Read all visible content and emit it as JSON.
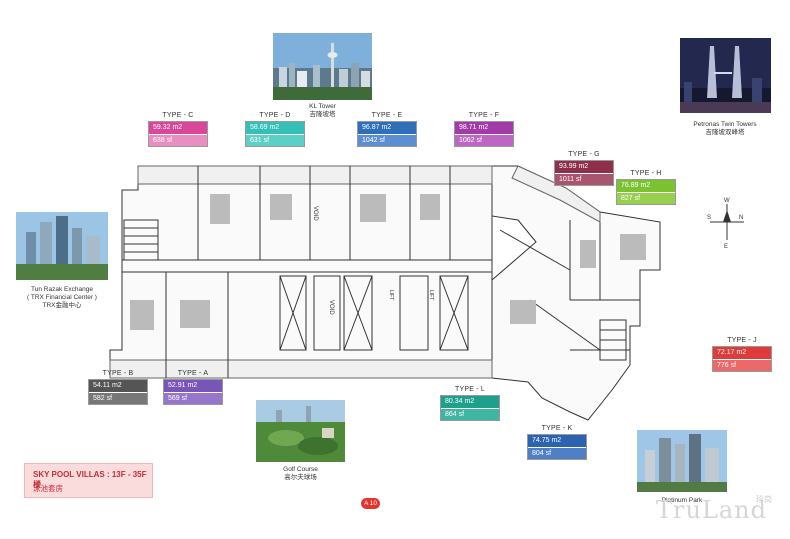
{
  "landmarks": {
    "kl_tower": {
      "name": "KL Tower",
      "cn": "吉隆坡塔"
    },
    "petronas": {
      "name": "Petronas Twin Towers",
      "cn": "吉隆坡双峰塔"
    },
    "trx": {
      "name": "Tun Razak Exchange",
      "sub": "( TRX Financial Center )",
      "cn": "TRX金融中心"
    },
    "golf": {
      "name": "Golf Course",
      "cn": "高尔夫球场"
    },
    "platinum": {
      "name": "Platinum Park"
    }
  },
  "units": {
    "c": {
      "type": "TYPE - C",
      "m2": "59.32 m2",
      "sf": "638 sf",
      "color_m2": "#d9479a",
      "color_sf": "#e98ec0"
    },
    "d": {
      "type": "TYPE - D",
      "m2": "58.69 m2",
      "sf": "631 sf",
      "color_m2": "#35bfb7",
      "color_sf": "#5ccfc6"
    },
    "e": {
      "type": "TYPE - E",
      "m2": "96.87 m2",
      "sf": "1042 sf",
      "color_m2": "#2f6fba",
      "color_sf": "#5b8fd0"
    },
    "f": {
      "type": "TYPE - F",
      "m2": "98.71 m2",
      "sf": "1062 sf",
      "color_m2": "#a23ba9",
      "color_sf": "#bd66c2"
    },
    "g": {
      "type": "TYPE - G",
      "m2": "93.99 m2",
      "sf": "1011 sf",
      "color_m2": "#8e2f4c",
      "color_sf": "#a8566f"
    },
    "h": {
      "type": "TYPE - H",
      "m2": "76.89 m2",
      "sf": "827 sf",
      "color_m2": "#7cc12f",
      "color_sf": "#97d04f"
    },
    "j": {
      "type": "TYPE - J",
      "m2": "72.17 m2",
      "sf": "776 sf",
      "color_m2": "#e03b3b",
      "color_sf": "#ea6a6a"
    },
    "b": {
      "type": "TYPE - B",
      "m2": "54.11 m2",
      "sf": "582 sf",
      "color_m2": "#555555",
      "color_sf": "#777777"
    },
    "a": {
      "type": "TYPE - A",
      "m2": "52.91 m2",
      "sf": "569 sf",
      "color_m2": "#7a55b8",
      "color_sf": "#9676cb"
    },
    "l": {
      "type": "TYPE - L",
      "m2": "80.34 m2",
      "sf": "864 sf",
      "color_m2": "#1fa08c",
      "color_sf": "#3fb6a2"
    },
    "k": {
      "type": "TYPE - K",
      "m2": "74.75 m2",
      "sf": "804 sf",
      "color_m2": "#2b63b0",
      "color_sf": "#4f7fc4"
    }
  },
  "villa": {
    "line1": "SKY POOL VILLAS : 13F - 35F 楼",
    "line2": "泳池套房"
  },
  "page": "A 10",
  "watermark": {
    "brand": "TruLand",
    "cn": "珍岗"
  },
  "compass": {
    "n": "N",
    "s": "S",
    "e": "E",
    "w": "W"
  },
  "plan_labels": {
    "void1": "VOID",
    "void2": "VOID",
    "lift1": "LIFT",
    "lift2": "LIFT"
  }
}
